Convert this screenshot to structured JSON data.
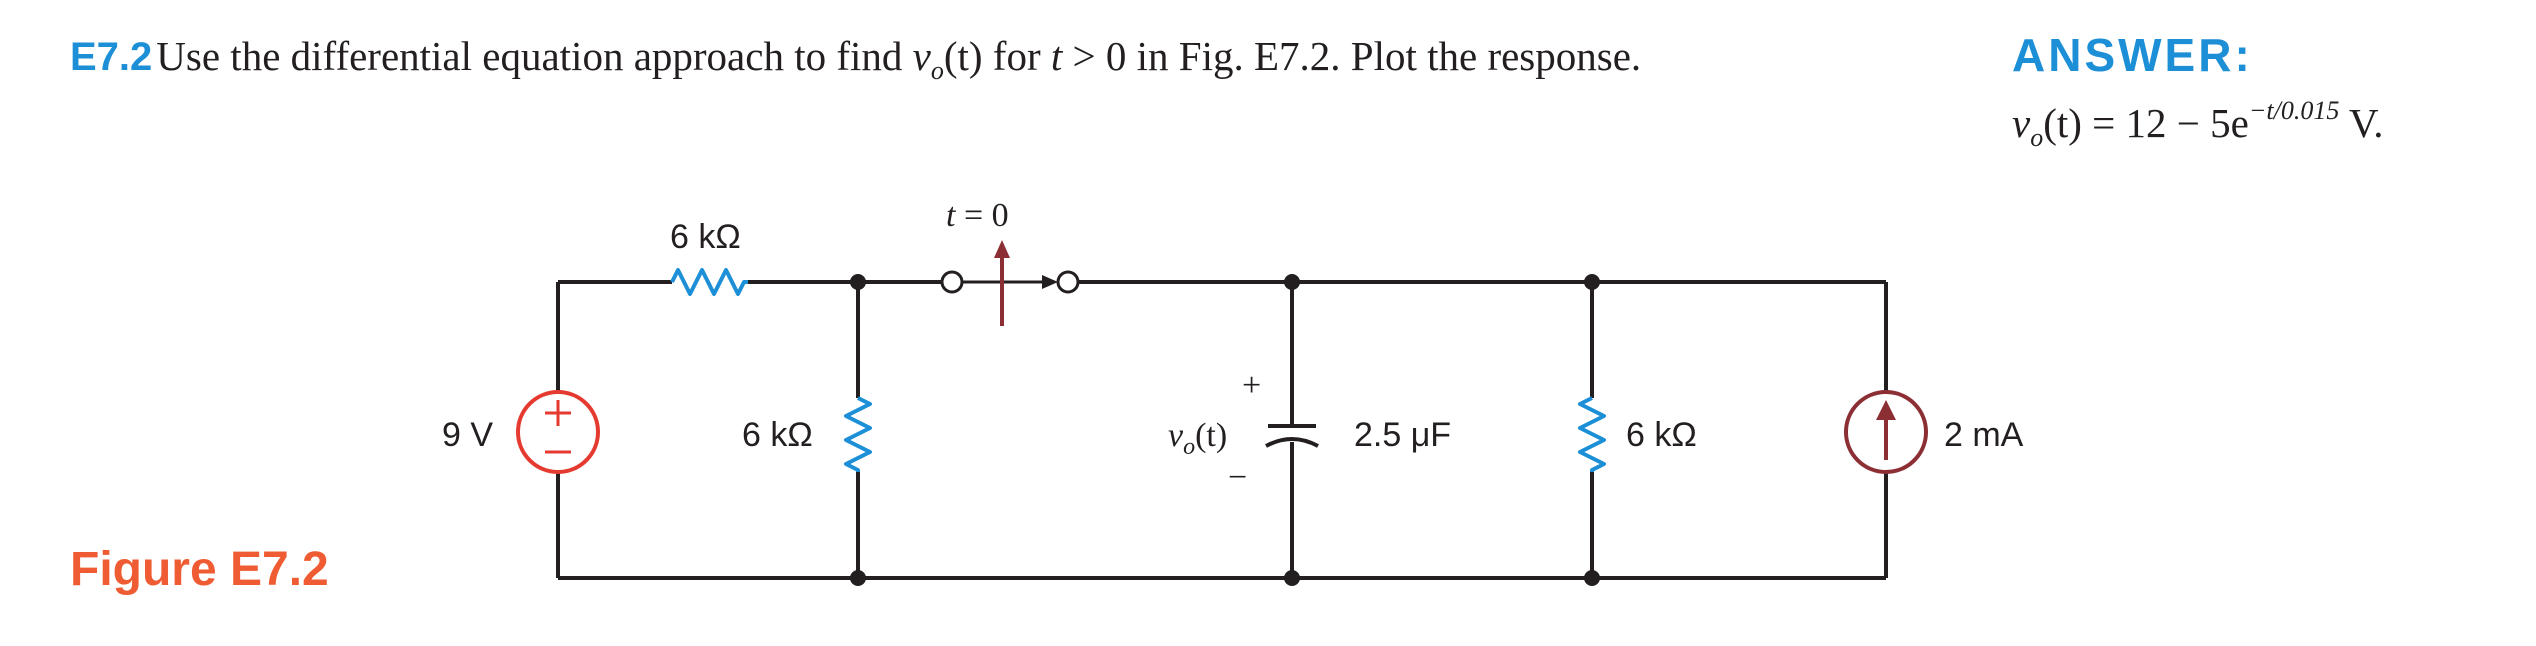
{
  "problem": {
    "number": "E7.2",
    "text_pre": "Use the differential equation approach to find ",
    "var_v": "v",
    "var_sub": "o",
    "var_arg": "(t)",
    "text_mid": " for ",
    "cond_var": "t",
    "cond_rest": " > 0 in Fig. E7.2. Plot the response."
  },
  "answer": {
    "heading": "ANSWER:",
    "lhs_v": "v",
    "lhs_sub": "o",
    "lhs_arg": "(t)",
    "rhs_main": " =  12 − 5e",
    "rhs_exp": "−t/0.015",
    "rhs_unit": " V."
  },
  "figure": {
    "caption": "Figure E7.2",
    "source_voltage_label": "9 V",
    "source_plus": "+",
    "source_minus": "−",
    "r_series_label": "6 kΩ",
    "r_shunt_left_label": "6 kΩ",
    "switch_label": "t = 0",
    "cap_plus": "+",
    "cap_minus": "−",
    "cap_voltage_v": "v",
    "cap_voltage_sub": "o",
    "cap_voltage_arg": "(t)",
    "cap_value_label": "2.5 μF",
    "r_shunt_right_label": "6 kΩ",
    "current_source_label": "2 mA",
    "colors": {
      "wire": "#231f20",
      "resistor": "#1c8fd6",
      "source": "#e53a2f",
      "switch": "#8c2f35",
      "current_source": "#8c2f35"
    }
  }
}
